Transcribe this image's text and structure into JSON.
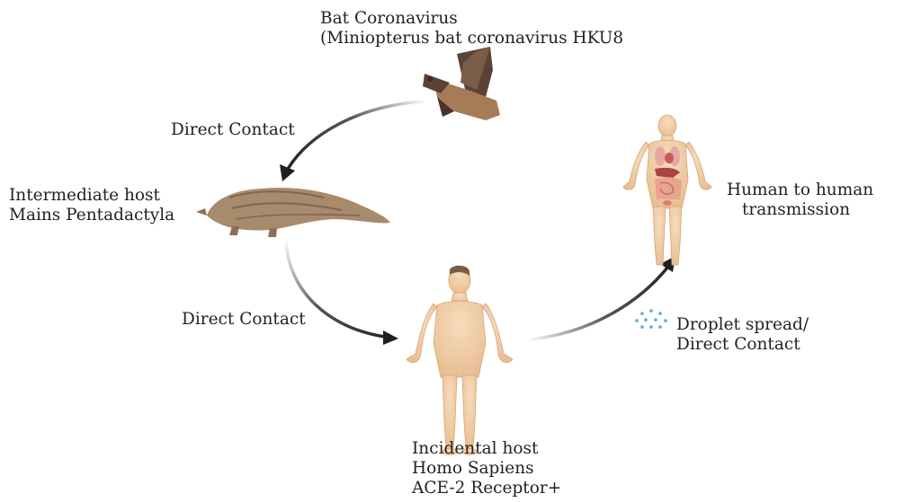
{
  "reservoir": {
    "line1": "Bat Coronavirus",
    "line2": "(Miniopterus bat coronavirus HKU8"
  },
  "edges": {
    "bat_to_pangolin": "Direct Contact",
    "pangolin_to_human": "Direct Contact",
    "spread_line1": "Droplet spread/",
    "spread_line2": "Direct Contact",
    "human_to_human_line1": "Human to human",
    "human_to_human_line2": "transmission"
  },
  "intermediate": {
    "line1": "Intermediate host",
    "line2": "Mains Pentadactyla"
  },
  "incidental": {
    "line1": "Incidental host",
    "line2": "Homo Sapiens",
    "line3": "ACE-2 Receptor+"
  },
  "icons": [
    "bat-icon",
    "pangolin-icon",
    "human-icon",
    "human-organs-icon",
    "droplet-icon"
  ],
  "colors": {
    "arrow": "#1f1f1f",
    "skin": "#f2cfa6",
    "skin_shade": "#dcae80",
    "bat": "#6b4f3e",
    "pangolin": "#a88a6c",
    "droplet": "#6fb0de",
    "organ": "#c85a55"
  }
}
